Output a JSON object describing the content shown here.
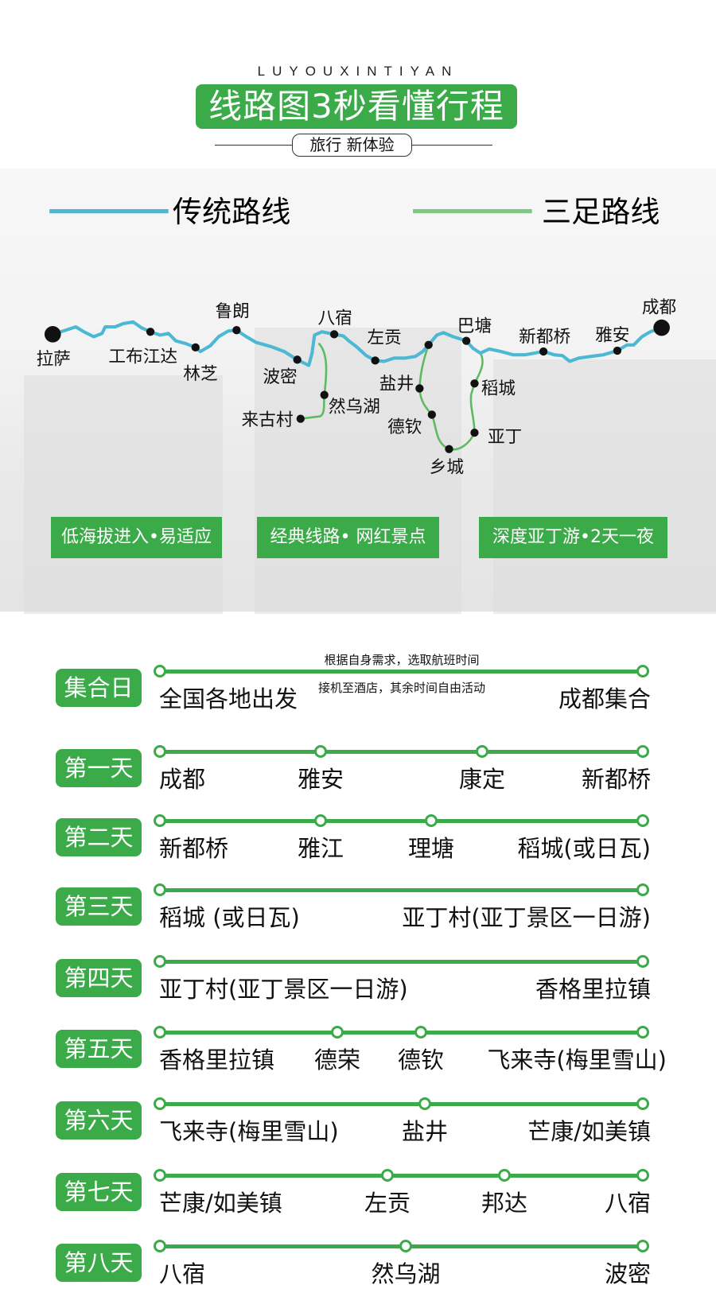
{
  "header": {
    "brand": "LUYOUXINTIYAN",
    "title": "线路图3秒看懂行程",
    "subtitle": "旅行 新体验"
  },
  "legend": {
    "traditional": {
      "label": "传统路线",
      "color": "#4db8d4"
    },
    "sanzu": {
      "label": "三足路线",
      "color": "#7cc97f"
    }
  },
  "map": {
    "places": [
      "拉萨",
      "工布江达",
      "林芝",
      "鲁朗",
      "波密",
      "八宿",
      "左贡",
      "巴塘",
      "新都桥",
      "雅安",
      "成都",
      "然乌湖",
      "来古村",
      "盐井",
      "德钦",
      "乡城",
      "亚丁",
      "稻城"
    ]
  },
  "badges": [
    "低海拔进入•易适应",
    "经典线路• 网红景点",
    "深度亚丁游•2天一夜"
  ],
  "accent_color": "#3bab49",
  "itinerary": [
    {
      "day": "集合日",
      "stops": [
        "全国各地出发",
        "成都集合"
      ],
      "notes": [
        "根据自身需求，选取航班时间",
        "接机至酒店，其余时间自由活动"
      ]
    },
    {
      "day": "第一天",
      "stops": [
        "成都",
        "雅安",
        "康定",
        "新都桥"
      ]
    },
    {
      "day": "第二天",
      "stops": [
        "新都桥",
        "雅江",
        "理塘",
        "稻城(或日瓦)"
      ]
    },
    {
      "day": "第三天",
      "stops": [
        "稻城 (或日瓦)",
        "亚丁村(亚丁景区一日游)"
      ]
    },
    {
      "day": "第四天",
      "stops": [
        "亚丁村(亚丁景区一日游)",
        "香格里拉镇"
      ]
    },
    {
      "day": "第五天",
      "stops": [
        "香格里拉镇",
        "德荣",
        "德钦",
        "飞来寺(梅里雪山)"
      ]
    },
    {
      "day": "第六天",
      "stops": [
        "飞来寺(梅里雪山)",
        "盐井",
        "芒康/如美镇"
      ]
    },
    {
      "day": "第七天",
      "stops": [
        "芒康/如美镇",
        "左贡",
        "邦达",
        "八宿"
      ]
    },
    {
      "day": "第八天",
      "stops": [
        "八宿",
        "然乌湖",
        "波密"
      ]
    }
  ]
}
